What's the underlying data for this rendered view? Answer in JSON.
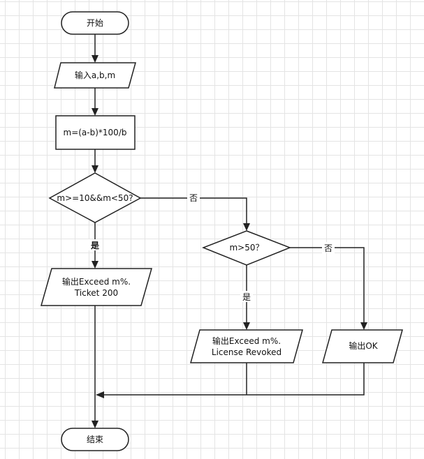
{
  "nodes": {
    "start": {
      "lines": [
        "开始"
      ]
    },
    "input": {
      "lines": [
        "输入a,b,m"
      ]
    },
    "compute": {
      "lines": [
        "m=(a-b)*100/b"
      ]
    },
    "decision1": {
      "lines": [
        "m>=10&&m<50?"
      ]
    },
    "decision2": {
      "lines": [
        "m>50？"
      ]
    },
    "output_ticket": {
      "lines": [
        "输出Exceed m%.",
        "Ticket 200"
      ]
    },
    "output_license": {
      "lines": [
        "输出Exceed m%.",
        "License Revoked"
      ]
    },
    "output_ok": {
      "lines": [
        "输出OK"
      ]
    },
    "end": {
      "lines": [
        "结束"
      ]
    }
  },
  "edges": {
    "d1_yes": {
      "label": "是"
    },
    "d1_no": {
      "label": "否"
    },
    "d2_yes": {
      "label": "是"
    },
    "d2_no": {
      "label": "否"
    }
  },
  "colors": {
    "stroke": "#222222",
    "grid": "#e4e4e4",
    "fill": "#ffffff"
  }
}
